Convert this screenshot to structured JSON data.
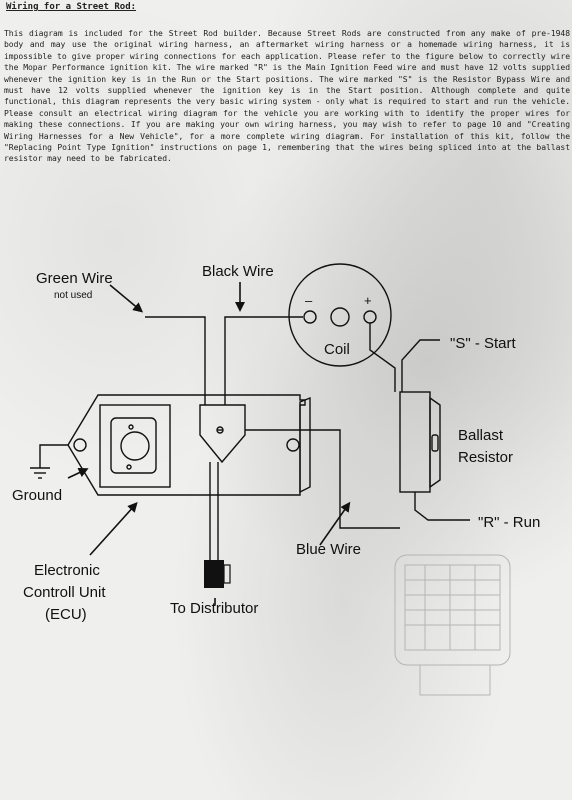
{
  "document": {
    "title": "Wiring for a Street Rod:",
    "intro": "This diagram is included for the Street Rod builder.  Because Street Rods are constructed from any make of pre-1948 body and may use the original wiring harness, an aftermarket wiring harness or a homemade wiring harness, it is impossible to give proper wiring connections for each application.  Please refer to the figure below to correctly wire the Mopar Performance ignition kit.  The wire marked \"R\" is the Main Ignition Feed wire and must have 12 volts supplied whenever the ignition key is in the Run or the Start positions.  The wire marked \"S\" is the Resistor Bypass Wire and must have 12 volts supplied whenever the ignition key is in the Start position.  Although complete and quite functional, this diagram represents the very basic wiring system - only what is required to start and run the vehicle.  Please consult an electrical wiring diagram for the vehicle you are working with to identify the proper wires for making these connections.  If you are making your own wiring harness, you may wish to refer to page 10 and \"Creating Wiring Harnesses for a New Vehicle\", for a more complete wiring diagram.  For installation of this kit, follow the \"Replacing Point Type Ignition\" instructions on page 1, remembering that the wires being spliced into at the ballast resistor may need to be fabricated."
  },
  "labels": {
    "green_wire": "Green Wire",
    "not_used": "not used",
    "black_wire": "Black Wire",
    "coil": "Coil",
    "coil_minus": "–",
    "coil_plus": "+",
    "s_start": "\"S\" - Start",
    "ballast_line1": "Ballast",
    "ballast_line2": "Resistor",
    "ground": "Ground",
    "r_run": "\"R\" - Run",
    "blue_wire": "Blue Wire",
    "ecu_line1": "Electronic",
    "ecu_line2": "Controll Unit",
    "ecu_line3": "(ECU)",
    "to_distributor": "To Distributor"
  },
  "colors": {
    "ink": "#111111",
    "paper": "#efefed"
  }
}
